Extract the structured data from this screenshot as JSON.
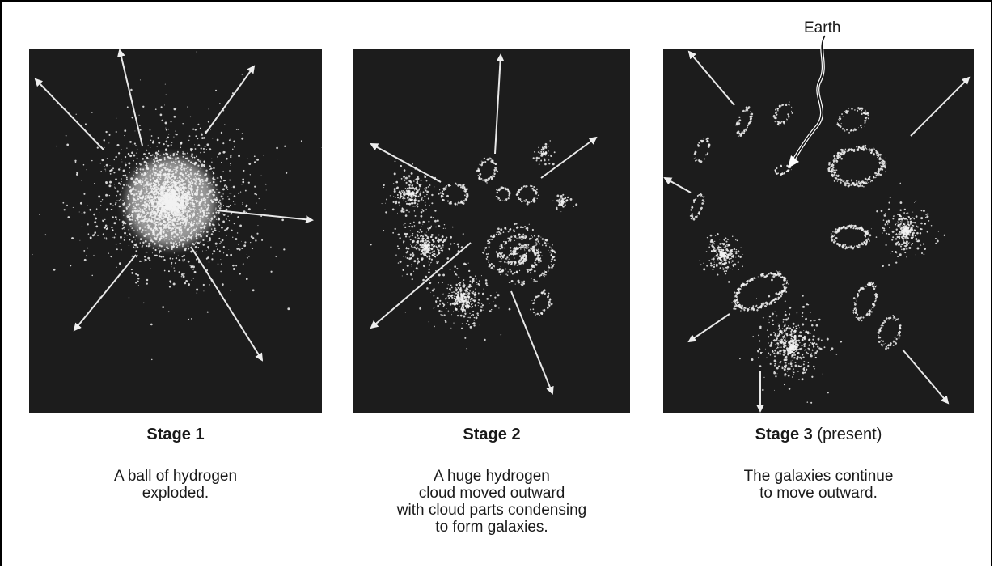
{
  "stages": [
    {
      "title": "Stage 1",
      "note": "",
      "caption": "A ball of hydrogen\nexploded."
    },
    {
      "title": "Stage 2",
      "note": "",
      "caption": "A huge hydrogen\ncloud moved outward\nwith cloud parts condensing\nto form galaxies."
    },
    {
      "title": "Stage 3",
      "note": "(present)",
      "caption": "The galaxies continue\nto move outward."
    }
  ],
  "earth_label": "Earth",
  "colors": {
    "panel_bg": "#1c1c1c",
    "stars": "#f2f2f2",
    "arrows": "#e8e8e8"
  }
}
